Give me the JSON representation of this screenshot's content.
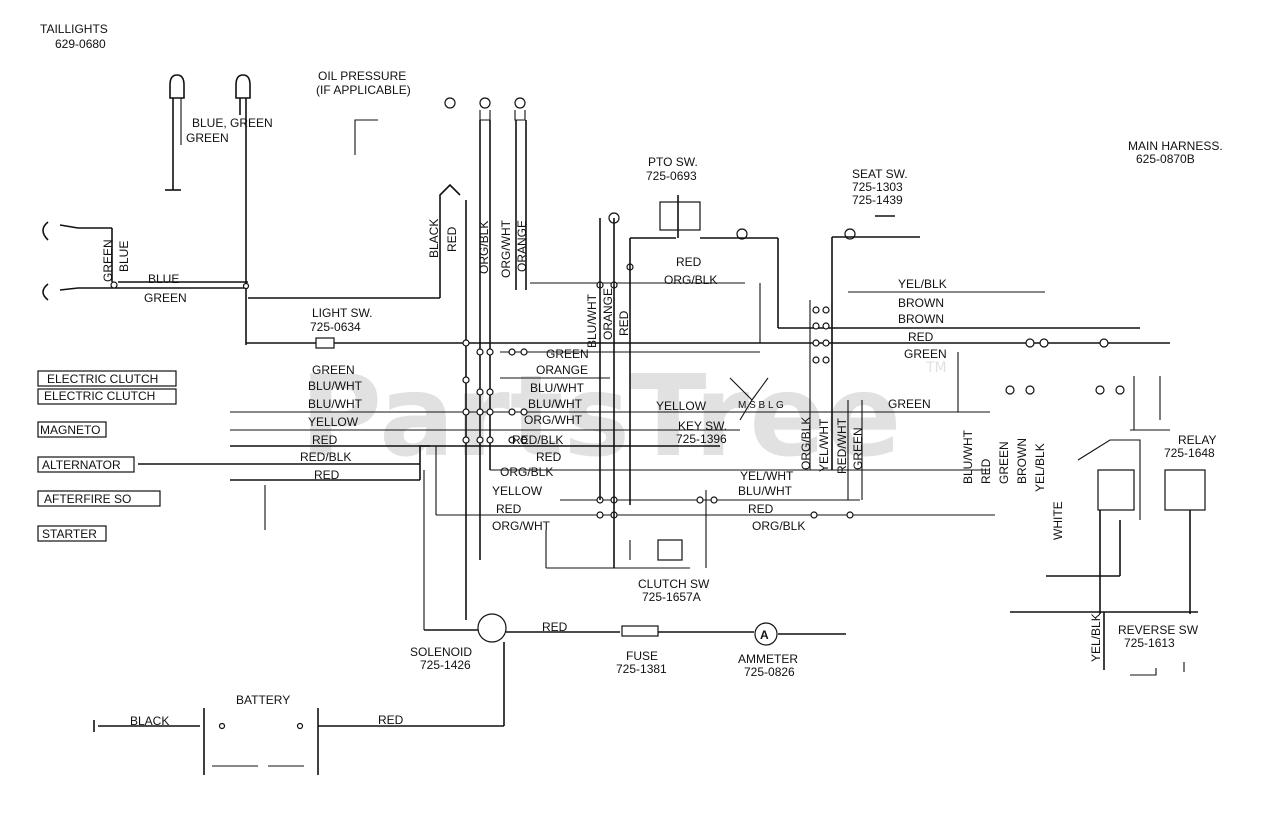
{
  "components": {
    "taillights": {
      "name": "TAILLIGHTS",
      "part": "629-0680"
    },
    "oil_pressure": {
      "name": "OIL PRESSURE",
      "note": "(IF APPLICABLE)"
    },
    "pto_sw": {
      "name": "PTO SW.",
      "part": "725-0693"
    },
    "seat_sw": {
      "name": "SEAT SW.",
      "part1": "725-1303",
      "part2": "725-1439"
    },
    "main_harness": {
      "name": "MAIN HARNESS.",
      "part": "625-0870B"
    },
    "light_sw": {
      "name": "LIGHT SW.",
      "part": "725-0634"
    },
    "key_sw": {
      "name": "KEY SW.",
      "part": "725-1396",
      "terminals": "M S B L G"
    },
    "relay": {
      "name": "RELAY",
      "part": "725-1648"
    },
    "clutch_sw": {
      "name": "CLUTCH SW",
      "part": "725-1657A"
    },
    "solenoid": {
      "name": "SOLENOID",
      "part": "725-1426"
    },
    "fuse": {
      "name": "FUSE",
      "part": "725-1381"
    },
    "ammeter": {
      "name": "AMMETER",
      "part": "725-0826",
      "symbol": "A"
    },
    "reverse_sw": {
      "name": "REVERSE SW",
      "part": "725-1613"
    },
    "battery": {
      "name": "BATTERY"
    }
  },
  "connectors": [
    "ELECTRIC CLUTCH",
    "ELECTRIC CLUTCH",
    "MAGNETO",
    "ALTERNATOR",
    "AFTERFIRE SO",
    "STARTER"
  ],
  "wires": {
    "blue": "BLUE",
    "green": "GREEN",
    "blue_green": "BLUE, GREEN",
    "black": "BLACK",
    "red": "RED",
    "orange": "ORANGE",
    "org_blk": "ORG/BLK",
    "org_wht": "ORG/WHT",
    "blu_wht": "BLU/WHT",
    "yellow": "YELLOW",
    "red_blk": "RED/BLK",
    "yel_blk": "YEL/BLK",
    "brown": "BROWN",
    "yel_wht": "YEL/WHT",
    "red_wht": "RED/WHT",
    "white": "WHITE"
  },
  "watermark": {
    "text": "PartsTree",
    "tm": "TM"
  }
}
